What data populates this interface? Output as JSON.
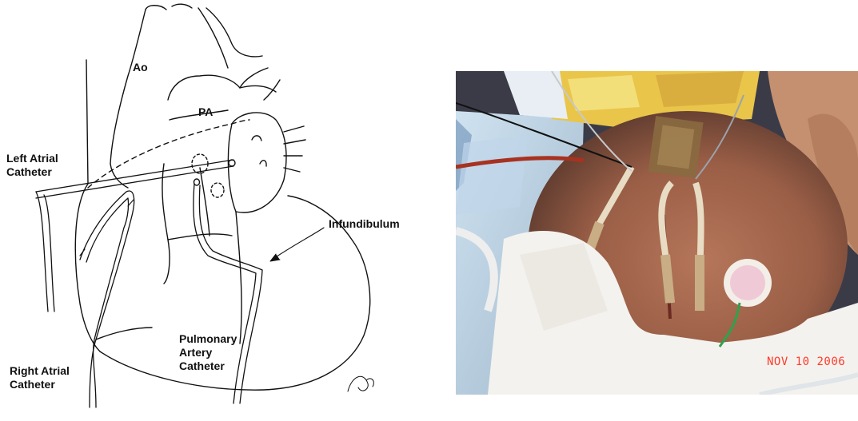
{
  "diagram": {
    "labels": {
      "ao": "Ao",
      "pa": "PA",
      "left_atrial_catheter": "Left Atrial\nCatheter",
      "infundibulum": "Infundibulum",
      "pulmonary_artery_catheter": "Pulmonary\nArtery\nCatheter",
      "right_atrial_catheter": "Right Atrial\nCatheter"
    }
  },
  "photo": {
    "date_stamp": "NOV 10 2006"
  }
}
